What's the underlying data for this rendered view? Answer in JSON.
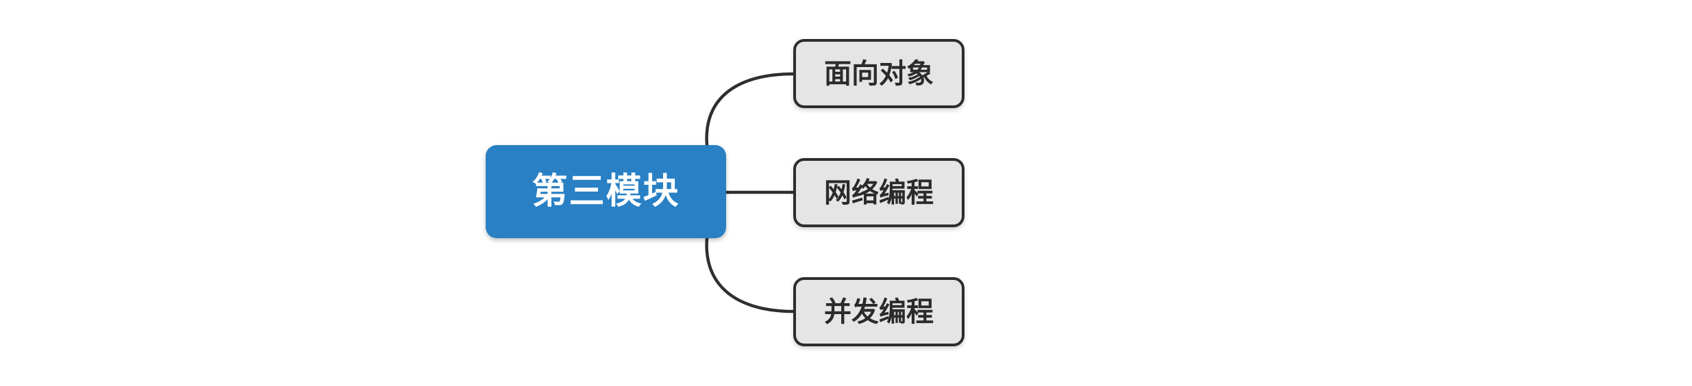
{
  "diagram": {
    "root": {
      "label": "第三模块"
    },
    "children": [
      {
        "label": "面向对象"
      },
      {
        "label": "网络编程"
      },
      {
        "label": "并发编程"
      }
    ],
    "colors": {
      "background": "#ffffff",
      "root_fill": "#2980C4",
      "root_text": "#ffffff",
      "child_fill": "#e5e5e5",
      "child_border": "#2d2d2d",
      "child_text": "#2b2b2b",
      "connector": "#2f2f2f"
    }
  }
}
